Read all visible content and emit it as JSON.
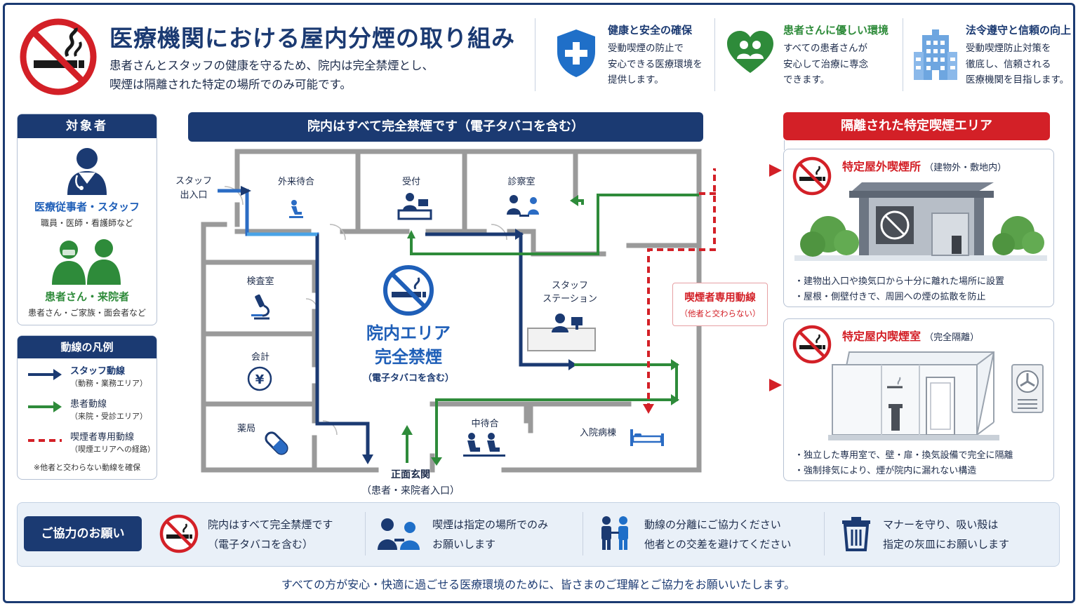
{
  "header": {
    "title": "医療機関における屋内分煙の取り組み",
    "subtitle_line1": "患者さんとスタッフの健康を守るため、院内は完全禁煙とし、",
    "subtitle_line2": "喫煙は隔離された特定の場所でのみ可能です。",
    "features": [
      {
        "title": "健康と安全の確保",
        "lines": [
          "受動喫煙の防止で",
          "安心できる医療環境を",
          "提供します。"
        ],
        "icon": "shield-cross-icon"
      },
      {
        "title": "患者さんに優しい環境",
        "lines": [
          "すべての患者さんが",
          "安心して治療に専念",
          "できます。"
        ],
        "icon": "heart-people-icon"
      },
      {
        "title": "法令遵守と信頼の向上",
        "lines": [
          "受動喫煙防止対策を",
          "徹底し、信頼される",
          "医療機関を目指します。"
        ],
        "icon": "hospital-building-icon"
      }
    ]
  },
  "targets": {
    "title": "対象者",
    "staff_label": "医療従事者・スタッフ",
    "staff_sub": "職員・医師・看護師など",
    "patient_label": "患者さん・来院者",
    "patient_sub": "患者さん・ご家族・面会者など"
  },
  "legend": {
    "title": "動線の凡例",
    "items": [
      {
        "label": "スタッフ動線",
        "sub": "（動務・業務エリア）",
        "color": "#1b3a72"
      },
      {
        "label": "患者動線",
        "sub": "（来院・受診エリア）",
        "color": "#2e8b3a"
      },
      {
        "label": "喫煙者専用動線",
        "sub": "（喫煙エリアへの経路）",
        "color": "#d32027"
      }
    ],
    "note": "※他者と交わらない動線を確保"
  },
  "floor": {
    "banner": "院内はすべて完全禁煙です（電子タバコを含む）",
    "staff_entrance_line1": "スタッフ",
    "staff_entrance_line2": "出入口",
    "rooms": {
      "waiting": "外来待合",
      "reception": "受付",
      "exam": "診察室",
      "lab": "検査室",
      "cashier": "会計",
      "pharmacy": "薬局",
      "staff_station_line1": "スタッフ",
      "staff_station_line2": "ステーション",
      "mid_waiting": "中待合",
      "ward": "入院病棟"
    },
    "center_line1": "院内エリア",
    "center_line2": "完全禁煙",
    "center_sub": "（電子タバコを含む）",
    "entrance_line1": "正面玄関",
    "entrance_line2": "（患者・来院者入口）",
    "smoker_route_label": "喫煙者専用動線",
    "smoker_route_sub": "（他者と交わらない）"
  },
  "smoking_area": {
    "banner": "隔離された特定喫煙エリア",
    "outdoor": {
      "title": "特定屋外喫煙所",
      "title_sub": "（建物外・敷地内）",
      "bullets": [
        "・建物出入口や換気口から十分に離れた場所に設置",
        "・屋根・側壁付きで、周囲への煙の拡散を防止"
      ]
    },
    "indoor": {
      "title": "特定屋内喫煙室",
      "title_sub": "（完全隔離）",
      "bullets": [
        "・独立した専用室で、壁・扉・換気設備で完全に隔離",
        "・強制排気により、煙が院内に漏れない構造"
      ]
    }
  },
  "cooperation": {
    "button": "ご協力のお願い",
    "items": [
      {
        "line1": "院内はすべて完全禁煙です",
        "line2": "（電子タバコを含む）",
        "icon": "no-smoking-icon"
      },
      {
        "line1": "喫煙は指定の場所でのみ",
        "line2": "お願いします",
        "icon": "people-talk-icon"
      },
      {
        "line1": "動線の分離にご協力ください",
        "line2": "他者との交差を避けてください",
        "icon": "two-people-icon"
      },
      {
        "line1": "マナーを守り、吸い殻は",
        "line2": "指定の灰皿にお願いします",
        "icon": "trash-bin-icon"
      }
    ]
  },
  "footer": "すべての方が安心・快適に過ごせる医療環境のために、皆さまのご理解とご協力をお願いいたします。",
  "colors": {
    "navy": "#1b3a72",
    "green": "#2e8b3a",
    "red": "#d32027",
    "light_blue": "#3a8fd8"
  }
}
